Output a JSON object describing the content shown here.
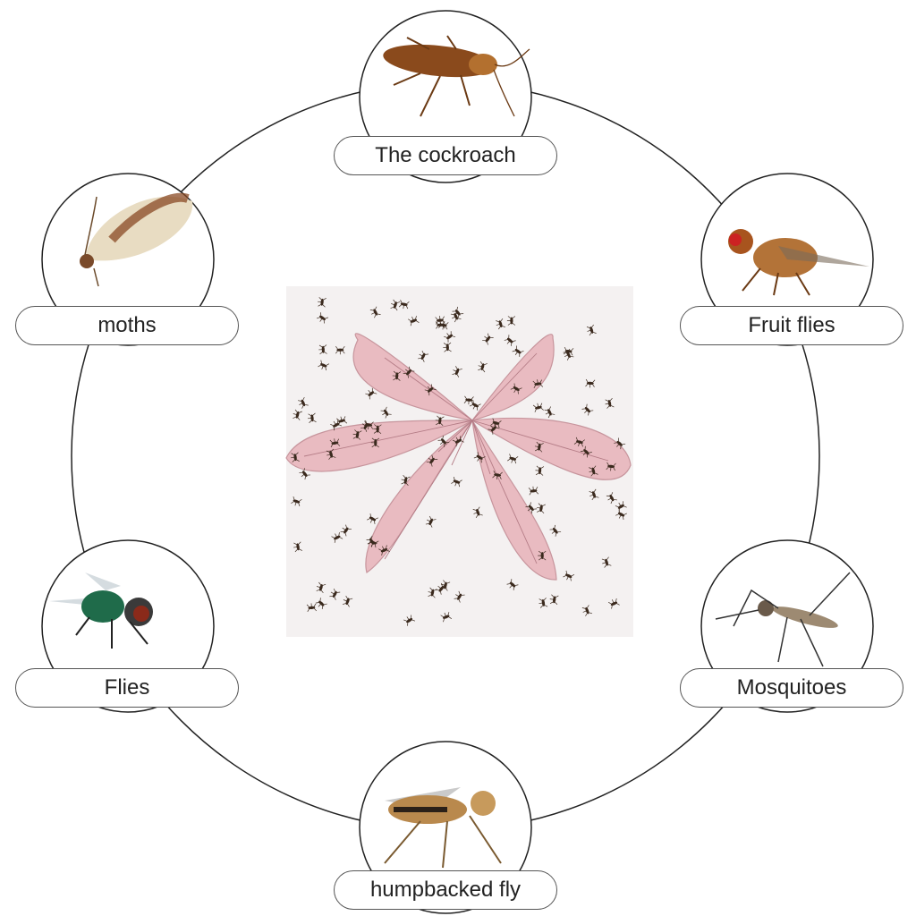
{
  "diagram": {
    "pests": [
      {
        "id": "cockroach",
        "label": "The cockroach",
        "icon": "cockroach-icon"
      },
      {
        "id": "fruit-flies",
        "label": "Fruit flies",
        "icon": "fruit-fly-icon"
      },
      {
        "id": "mosquitoes",
        "label": "Mosquitoes",
        "icon": "mosquito-icon"
      },
      {
        "id": "humpbacked-fly",
        "label": "humpbacked fly",
        "icon": "humpbacked-fly-icon"
      },
      {
        "id": "flies",
        "label": "Flies",
        "icon": "housefly-icon"
      },
      {
        "id": "moths",
        "label": "moths",
        "icon": "moth-icon"
      }
    ],
    "center": {
      "icon": "flower-sticky-trap-icon"
    },
    "colors": {
      "ring": "#222222",
      "petal": "#e9b7bd",
      "petal_vein": "#b47c86",
      "insect": "#3b2a1e"
    }
  }
}
